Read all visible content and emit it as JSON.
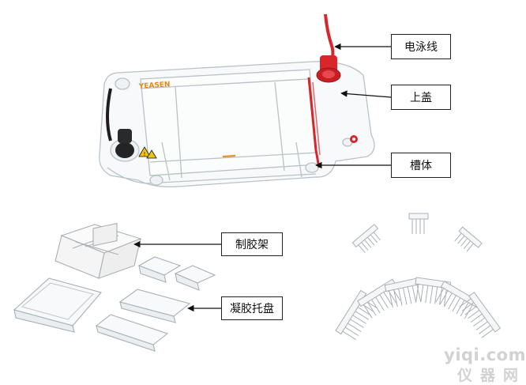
{
  "labels": {
    "power_cable": "电泳线",
    "lid": "上盖",
    "tank": "槽体",
    "casting_stand": "制胶架",
    "gel_tray": "凝胶托盘"
  },
  "brand_on_device": "YEASEN",
  "watermark": {
    "site": "yiqi.com",
    "cn": "仪器网"
  },
  "colors": {
    "line": "#111111",
    "electrode_red": "#d8262b",
    "plastic_edge": "#b9c2c8",
    "brand_orange": "#e08a1c"
  },
  "icons": [
    "arrow-icon",
    "warning-icon",
    "power-plug-icon",
    "comb-icon"
  ]
}
